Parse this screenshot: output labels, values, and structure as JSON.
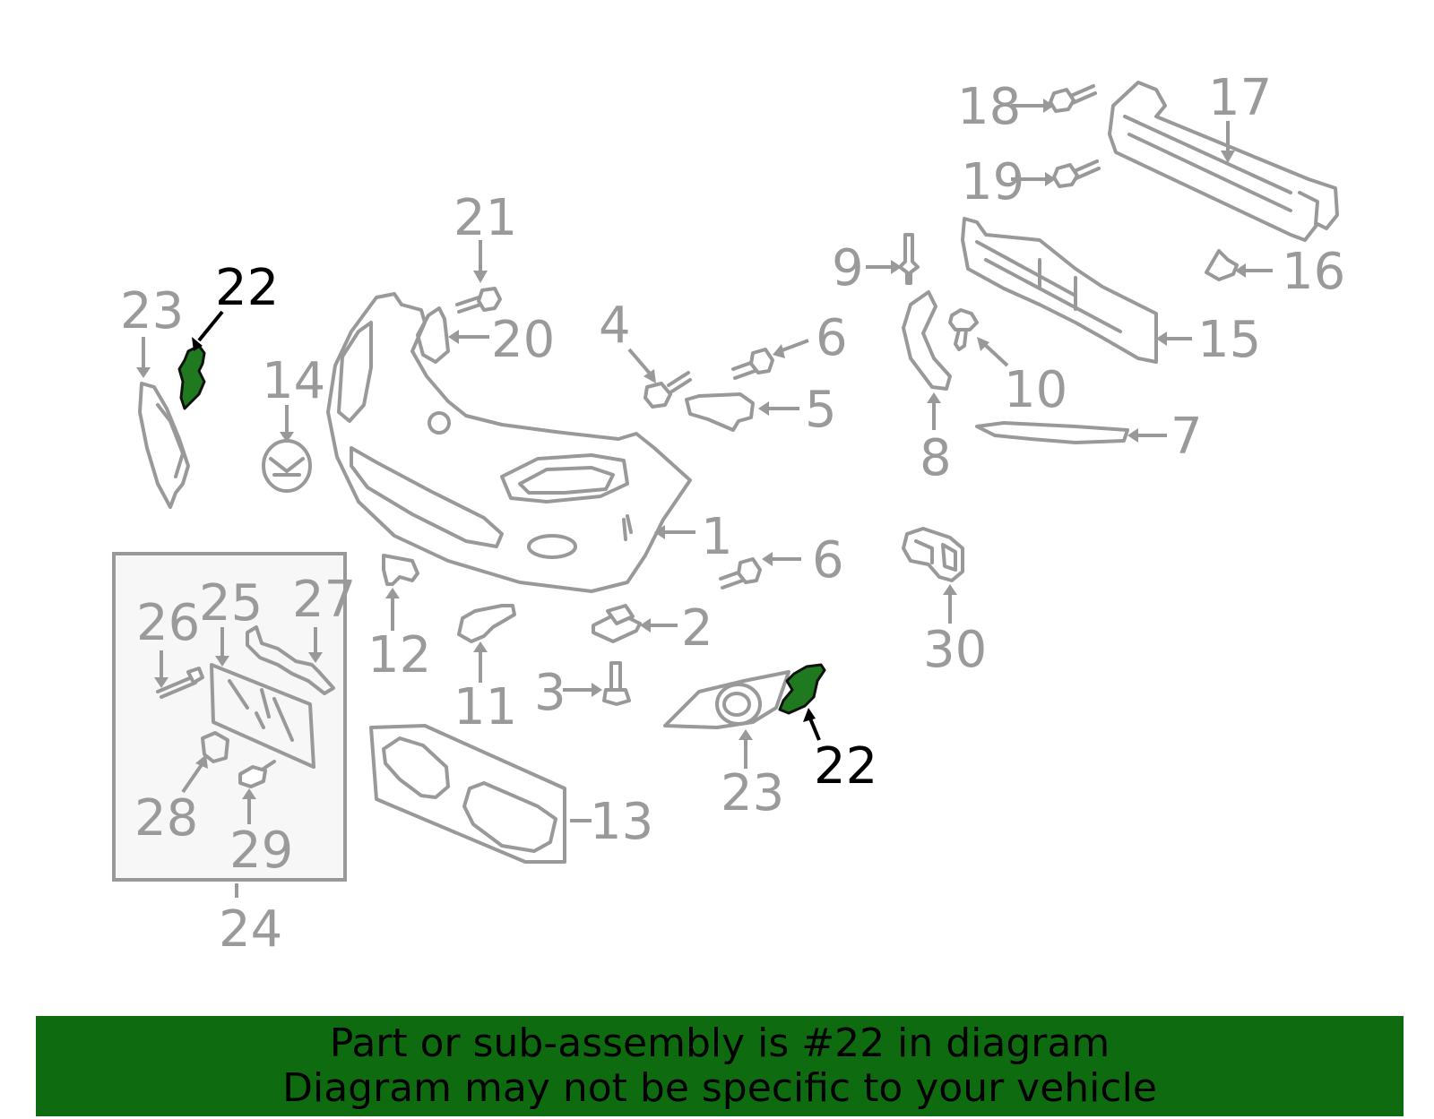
{
  "diagram": {
    "highlight_color": "#1f7a1f",
    "banner_color": "#0f6b10",
    "callout_color": "#9a9a9a",
    "callouts": {
      "c1": "1",
      "c2": "2",
      "c3": "3",
      "c4": "4",
      "c5": "5",
      "c6a": "6",
      "c6b": "6",
      "c7": "7",
      "c8": "8",
      "c9": "9",
      "c10": "10",
      "c11": "11",
      "c12": "12",
      "c13": "13",
      "c14": "14",
      "c15": "15",
      "c16": "16",
      "c17": "17",
      "c18": "18",
      "c19": "19",
      "c20": "20",
      "c21": "21",
      "c22a": "22",
      "c22b": "22",
      "c23a": "23",
      "c23b": "23",
      "c24": "24",
      "c25": "25",
      "c26": "26",
      "c27": "27",
      "c28": "28",
      "c29": "29",
      "c30": "30"
    }
  },
  "footer": {
    "line1": "Part or sub-assembly is #22 in diagram",
    "line2": "Diagram may not be specific to your vehicle"
  }
}
